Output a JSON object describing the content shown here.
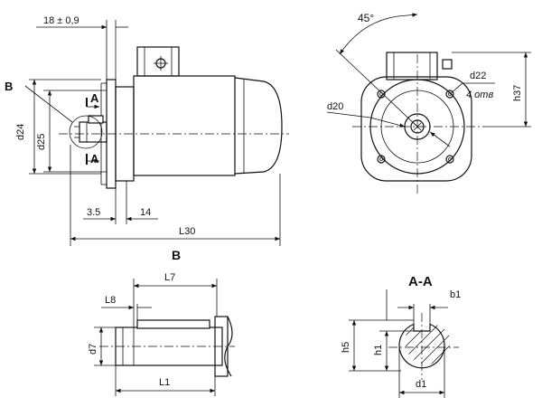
{
  "dimensions": {
    "d18": "18 ± 0,9",
    "d24": "d24",
    "d25": "d25",
    "d35": "3.5",
    "d14": "14",
    "L30": "L30",
    "angle45": "45°",
    "d22": "d22",
    "d22note": "4 отв",
    "h37": "h37",
    "d20": "d20",
    "L7": "L7",
    "L8": "L8",
    "d7": "d7",
    "L1": "L1",
    "b1": "b1",
    "h5": "h5",
    "h1": "h1",
    "d1": "d1"
  },
  "labels": {
    "viewB": "B",
    "viewBtitle": "B",
    "sectionA1": "A",
    "sectionA2": "A",
    "sectionAA": "A-A"
  }
}
